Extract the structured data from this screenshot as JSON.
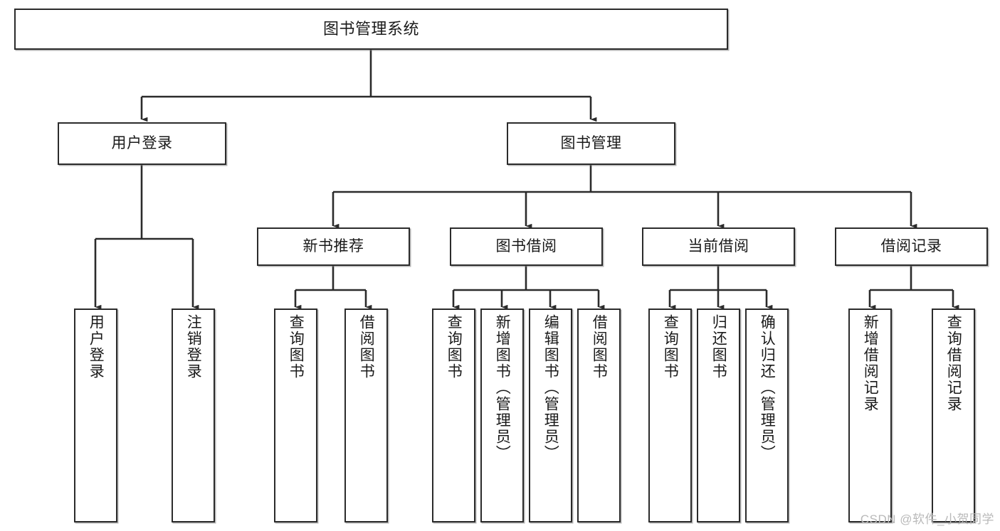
{
  "diagram": {
    "title": "图书管理系统",
    "type": "tree-hierarchy-chart",
    "watermark": "CSDN @软件_小贺同学",
    "colors": {
      "stroke": "#2b2b2b",
      "fill": "#ffffff",
      "text": "#1a1a1a",
      "watermark": "#b9b9b9",
      "background": "#ffffff"
    }
  },
  "nodes": {
    "root": {
      "label": "图书管理系统"
    },
    "level2": [
      {
        "id": "user-login",
        "label": "用户登录"
      },
      {
        "id": "book-manage",
        "label": "图书管理"
      }
    ],
    "level3": [
      {
        "id": "new-book-rec",
        "label": "新书推荐"
      },
      {
        "id": "book-borrow",
        "label": "图书借阅"
      },
      {
        "id": "current-borrow",
        "label": "当前借阅"
      },
      {
        "id": "borrow-record",
        "label": "借阅记录"
      }
    ],
    "leaves": {
      "user-login": [
        {
          "id": "leaf-user-login",
          "label": "用户登录"
        },
        {
          "id": "leaf-logout",
          "label": "注销登录"
        }
      ],
      "new-book-rec": [
        {
          "id": "leaf-query-book-1",
          "label": "查询图书"
        },
        {
          "id": "leaf-borrow-book-1",
          "label": "借阅图书"
        }
      ],
      "book-borrow": [
        {
          "id": "leaf-query-book-2",
          "label": "查询图书"
        },
        {
          "id": "leaf-add-book",
          "label": "新增图书（管理员）"
        },
        {
          "id": "leaf-edit-book",
          "label": "编辑图书（管理员）"
        },
        {
          "id": "leaf-borrow-book-2",
          "label": "借阅图书"
        }
      ],
      "current-borrow": [
        {
          "id": "leaf-query-book-3",
          "label": "查询图书"
        },
        {
          "id": "leaf-return-book",
          "label": "归还图书"
        },
        {
          "id": "leaf-confirm-return",
          "label": "确认归还（管理员）"
        }
      ],
      "borrow-record": [
        {
          "id": "leaf-add-record",
          "label": "新增借阅记录"
        },
        {
          "id": "leaf-query-record",
          "label": "查询借阅记录"
        }
      ]
    }
  }
}
